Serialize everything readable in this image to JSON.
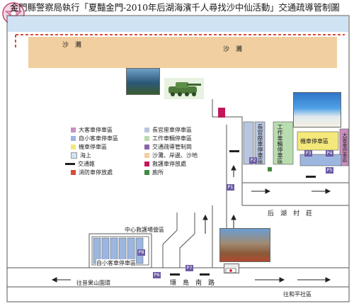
{
  "header": {
    "title": "金門縣警察局執行「夏豔金門-2010年后湖海濱千人尋找沙中仙活動」交通疏導管制圖"
  },
  "beach": {
    "label_left": "沙　灘",
    "label_right": "沙　灘"
  },
  "zones": {
    "village": "后　湖　村　莊",
    "road": "環　島　南　路",
    "command_post": "中心救護場營區",
    "to_left": "往昔果山園環",
    "to_right": "往和平社區"
  },
  "parking": {
    "center_lot_label": "自小客車停車區",
    "north_lot_label": "長官座車停車區",
    "work_lot_label": "工作車輛停車區",
    "moto_lot_label": "機車停車區",
    "bus_lot_label": "大客車停車區"
  },
  "badges": [
    "P1",
    "P2",
    "P3",
    "P4",
    "P5",
    "P6",
    "P7",
    "P8"
  ],
  "legend": {
    "items": [
      {
        "label": "大客車停車區",
        "color": "#c98fc0"
      },
      {
        "label": "自小客車停車區",
        "color": "#9db6e0"
      },
      {
        "label": "機車停車區",
        "color": "#f4e87a"
      },
      {
        "label": "海上",
        "color": "#cfe3f5"
      },
      {
        "label": "交通錐",
        "color": "#222222"
      },
      {
        "label": "消防車停放處",
        "color": "#d94a3a"
      },
      {
        "label": "長官座車停車區",
        "color": "#b9c6df"
      },
      {
        "label": "工作車輛停車區",
        "color": "#b9dcb0"
      },
      {
        "label": "交通疏導管制崗",
        "color": "#8a64a8"
      },
      {
        "label": "沙灘、岸邊、沙地",
        "color": "#f1cfa0"
      },
      {
        "label": "救護車停放處",
        "color": "#c2185b"
      },
      {
        "label": "廁所",
        "color": "#3f8a3f"
      }
    ]
  },
  "colors": {
    "sea": "#cfe3f5",
    "sand": "#f1cfa0",
    "border": "#555555",
    "bus": "#c98fc0",
    "car": "#9db6e0",
    "moto": "#f4e87a",
    "work": "#b9dcb0",
    "badge": "#6b5aa3"
  }
}
